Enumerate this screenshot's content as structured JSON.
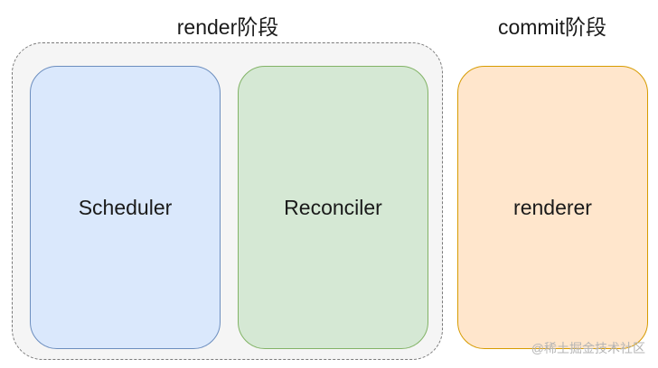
{
  "phases": {
    "render": {
      "title": "render阶段",
      "modules": {
        "scheduler": "Scheduler",
        "reconciler": "Reconciler"
      }
    },
    "commit": {
      "title": "commit阶段",
      "modules": {
        "renderer": "renderer"
      }
    }
  },
  "watermark": "@稀土掘金技术社区",
  "colors": {
    "scheduler_fill": "#dae8fc",
    "scheduler_stroke": "#6c8ebf",
    "reconciler_fill": "#d5e8d4",
    "reconciler_stroke": "#82b366",
    "renderer_fill": "#ffe6cc",
    "renderer_stroke": "#d79b00",
    "group_fill": "#f5f5f5",
    "group_stroke": "#7a7a7a"
  }
}
